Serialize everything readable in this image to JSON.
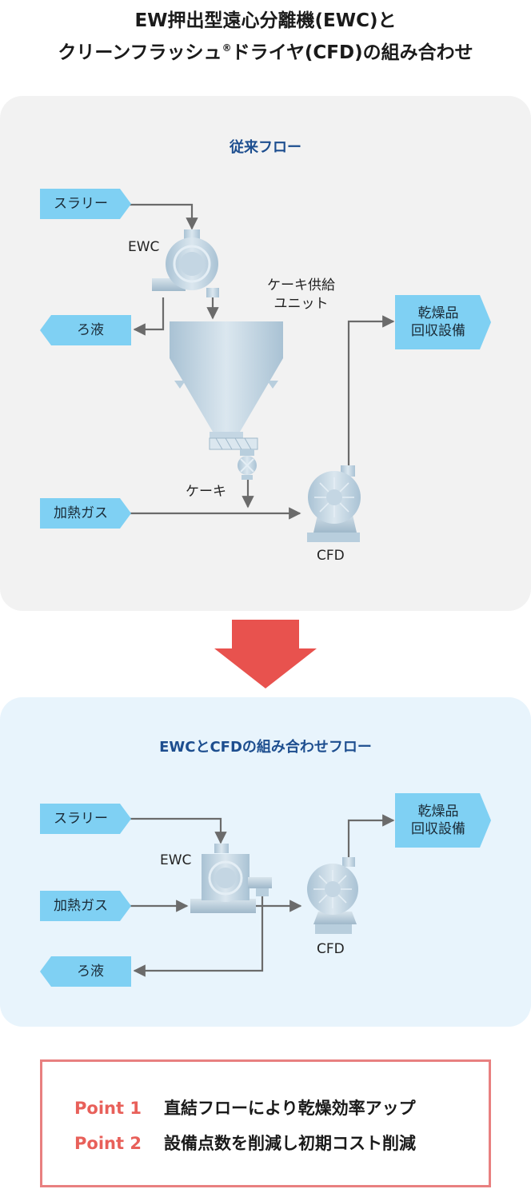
{
  "title": {
    "line1": "EW押出型遠心分離機(EWC)と",
    "line2_before": "クリーンフラッシュ",
    "line2_mark": "®",
    "line2_after": "ドライヤ(CFD)の組み合わせ"
  },
  "conventional": {
    "heading": "従来フロー",
    "slurry": "スラリー",
    "filtrate": "ろ液",
    "heated_gas": "加熱ガス",
    "dried_product": [
      "乾燥品",
      "回収設備"
    ],
    "ewc_label": "EWC",
    "cake_feed_unit": [
      "ケーキ供給",
      "ユニット"
    ],
    "cake_label": "ケーキ",
    "cfd_label": "CFD"
  },
  "combined": {
    "heading": "EWCとCFDの組み合わせフロー",
    "slurry": "スラリー",
    "heated_gas": "加熱ガス",
    "filtrate": "ろ液",
    "dried_product": [
      "乾燥品",
      "回収設備"
    ],
    "ewc_label": "EWC",
    "cfd_label": "CFD"
  },
  "points": [
    {
      "tag": "Point 1",
      "text": "直結フローにより乾燥効率アップ"
    },
    {
      "tag": "Point 2",
      "text": "設備点数を削減し初期コスト削減"
    }
  ],
  "colors": {
    "tag_fill": "#7fd0f3",
    "heading": "#1d4e8f",
    "transition_arrow": "#e8524e",
    "point_accent": "#e8605a",
    "equipment": "#b8cedd"
  }
}
